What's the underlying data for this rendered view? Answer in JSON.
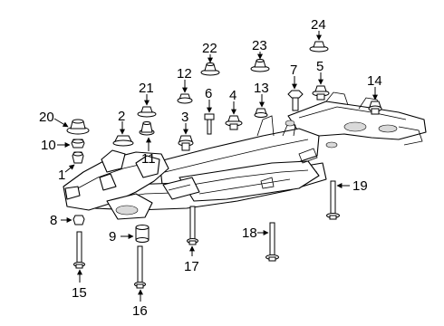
{
  "diagram": {
    "callouts": [
      {
        "id": "1",
        "label": "1"
      },
      {
        "id": "2",
        "label": "2"
      },
      {
        "id": "3",
        "label": "3"
      },
      {
        "id": "4",
        "label": "4"
      },
      {
        "id": "5",
        "label": "5"
      },
      {
        "id": "6",
        "label": "6"
      },
      {
        "id": "7",
        "label": "7"
      },
      {
        "id": "8",
        "label": "8"
      },
      {
        "id": "9",
        "label": "9"
      },
      {
        "id": "10",
        "label": "10"
      },
      {
        "id": "11",
        "label": "11"
      },
      {
        "id": "12",
        "label": "12"
      },
      {
        "id": "13",
        "label": "13"
      },
      {
        "id": "14",
        "label": "14"
      },
      {
        "id": "15",
        "label": "15"
      },
      {
        "id": "16",
        "label": "16"
      },
      {
        "id": "17",
        "label": "17"
      },
      {
        "id": "18",
        "label": "18"
      },
      {
        "id": "19",
        "label": "19"
      },
      {
        "id": "20",
        "label": "20"
      },
      {
        "id": "21",
        "label": "21"
      },
      {
        "id": "22",
        "label": "22"
      },
      {
        "id": "23",
        "label": "23"
      },
      {
        "id": "24",
        "label": "24"
      }
    ],
    "line_color": "#000000",
    "background_color": "#ffffff"
  }
}
